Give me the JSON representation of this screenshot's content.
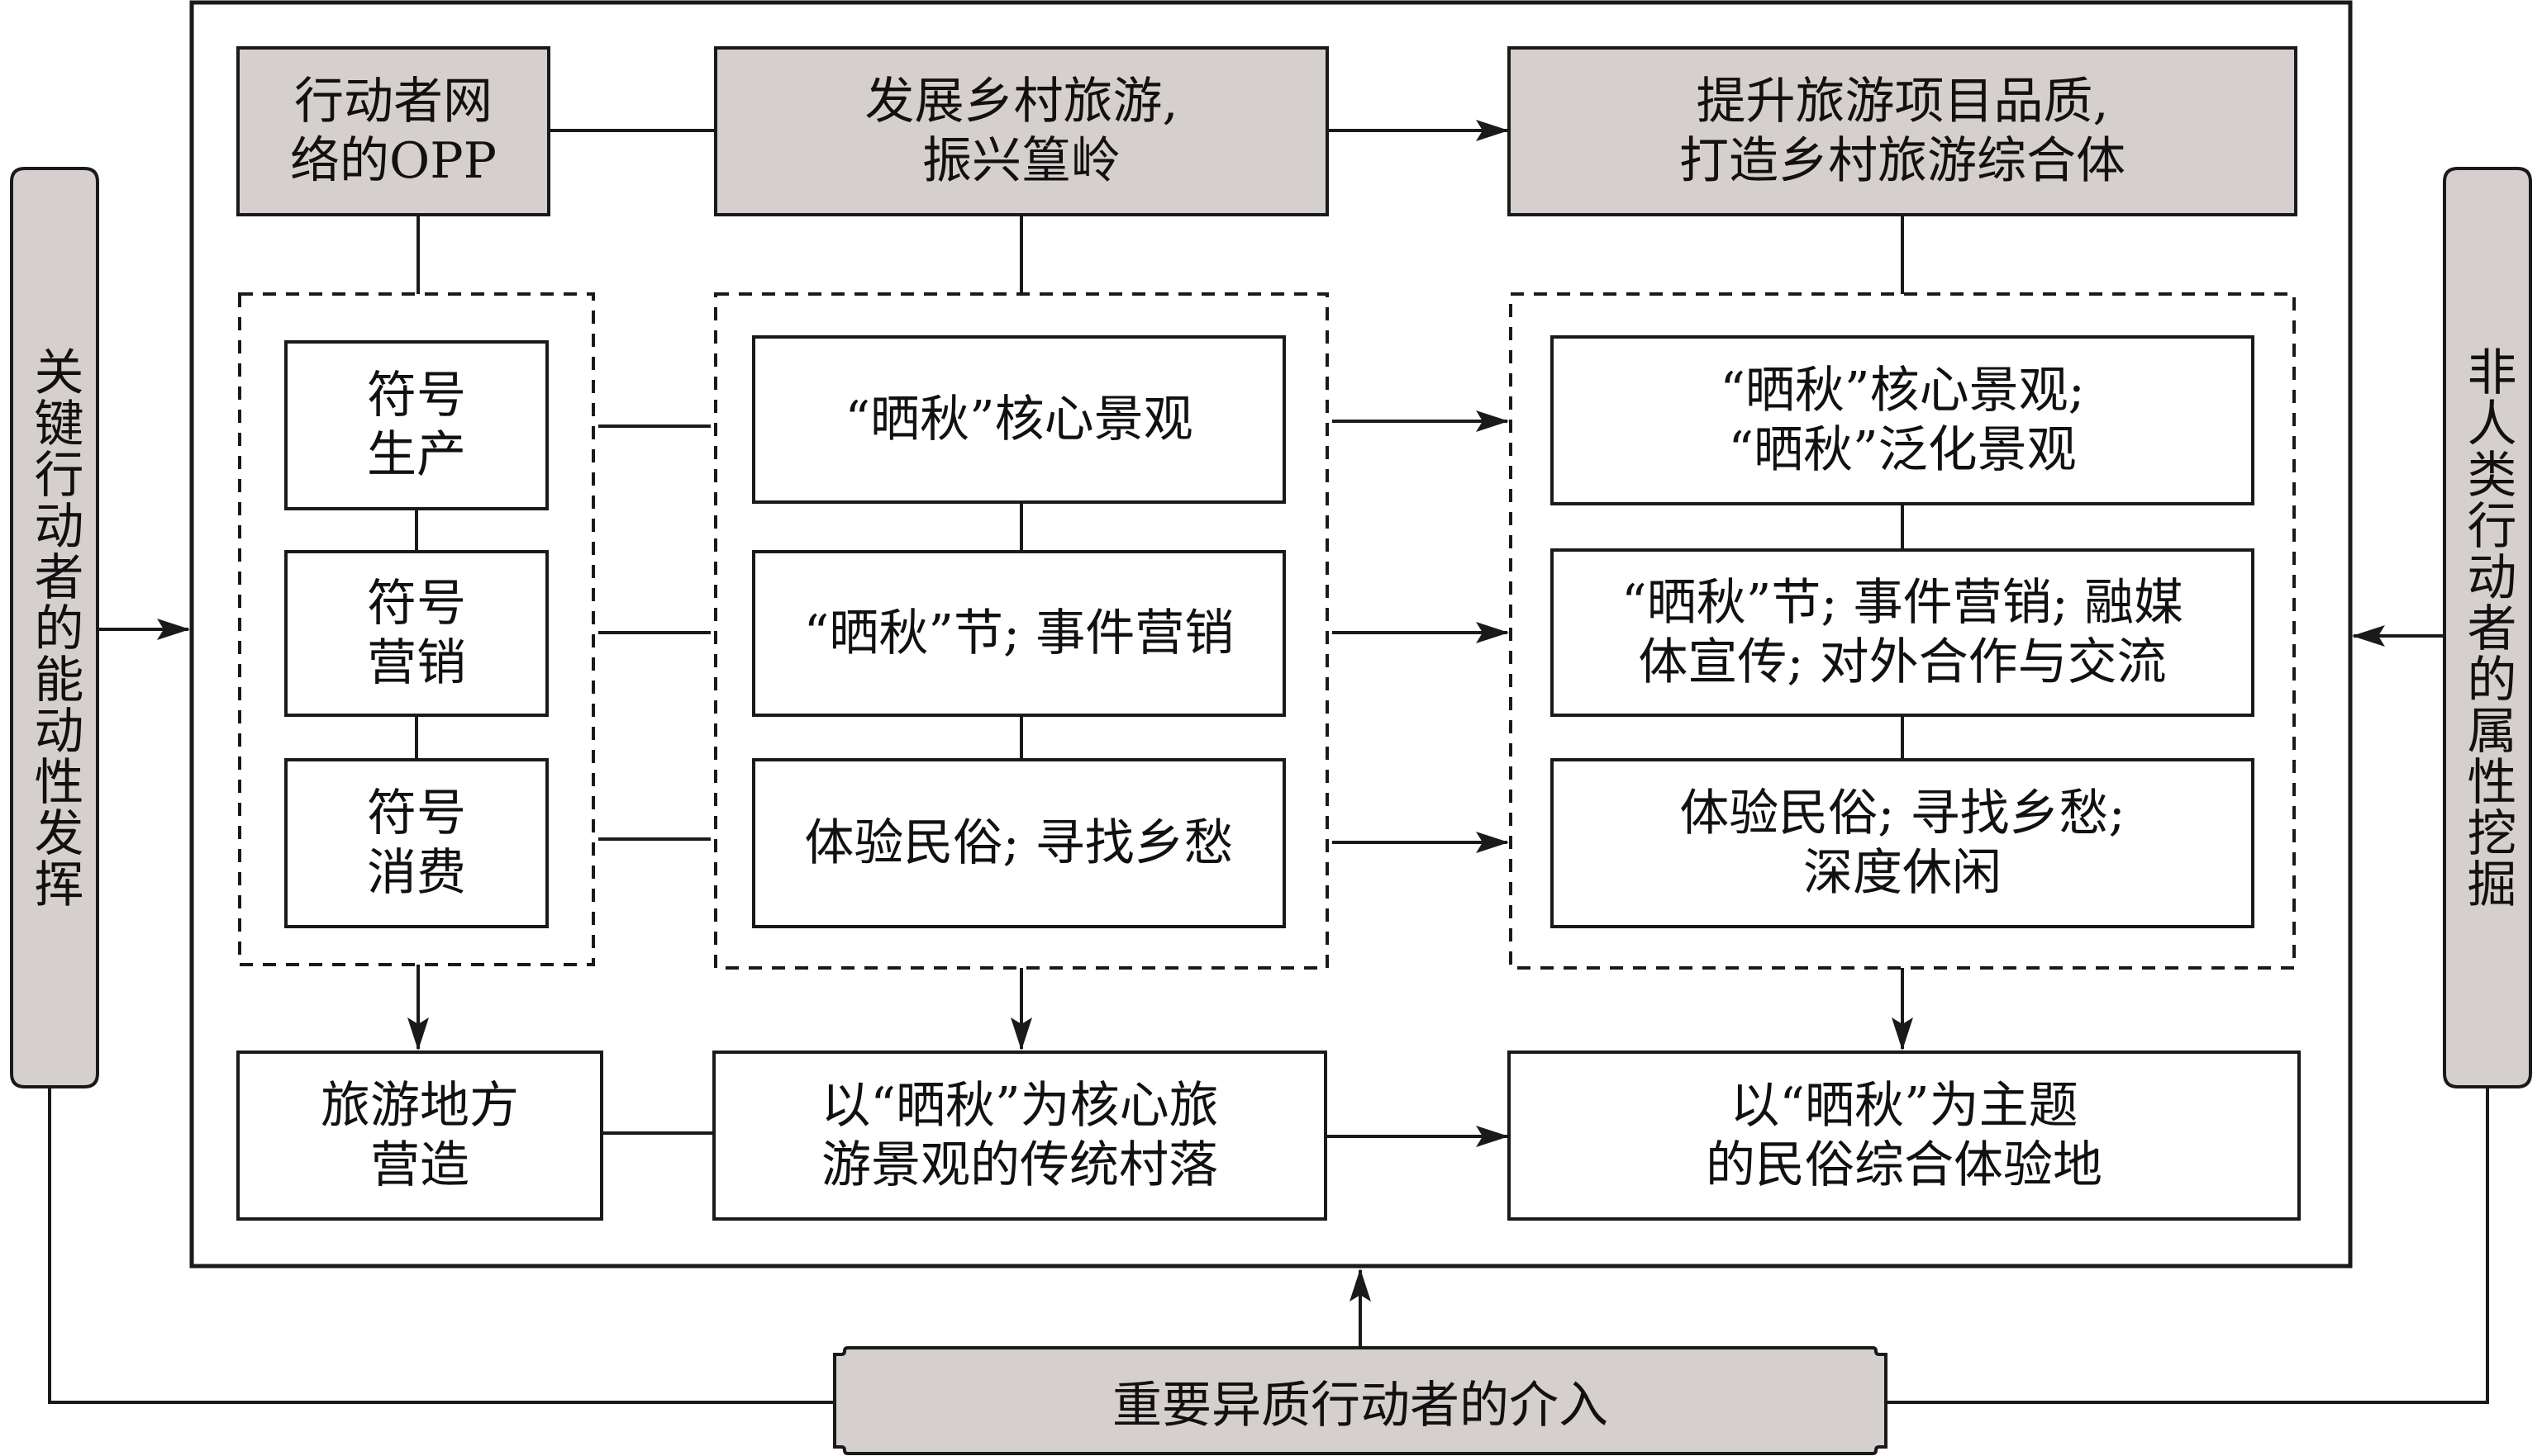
{
  "top": {
    "opp": "行动者网\n络的OPP",
    "develop": "发展乡村旅游,\n振兴篁岭",
    "upgrade": "提升旅游项目品质,\n打造乡村旅游综合体"
  },
  "symbols": {
    "production": "符号\n生产",
    "marketing": "符号\n营销",
    "consumption": "符号\n消费"
  },
  "middle": {
    "landscape": "“晒秋”核心景观",
    "festival": "“晒秋”节; 事件营销",
    "folk": "体验民俗; 寻找乡愁"
  },
  "right": {
    "landscape": "“晒秋”核心景观;\n“晒秋”泛化景观",
    "festival": "“晒秋”节; 事件营销; 融媒\n体宣传; 对外合作与交流",
    "folk": "体验民俗; 寻找乡愁;\n深度休闲"
  },
  "results": {
    "place": "旅游地方\n营造",
    "village": "以“晒秋”为核心旅\n游景观的传统村落",
    "theme": "以“晒秋”为主题\n的民俗综合体验地"
  },
  "sides": {
    "left": "关键行动者的能动性发挥",
    "right": "非人类行动者的属性挖掘"
  },
  "bottom": "重要异质行动者的介入"
}
